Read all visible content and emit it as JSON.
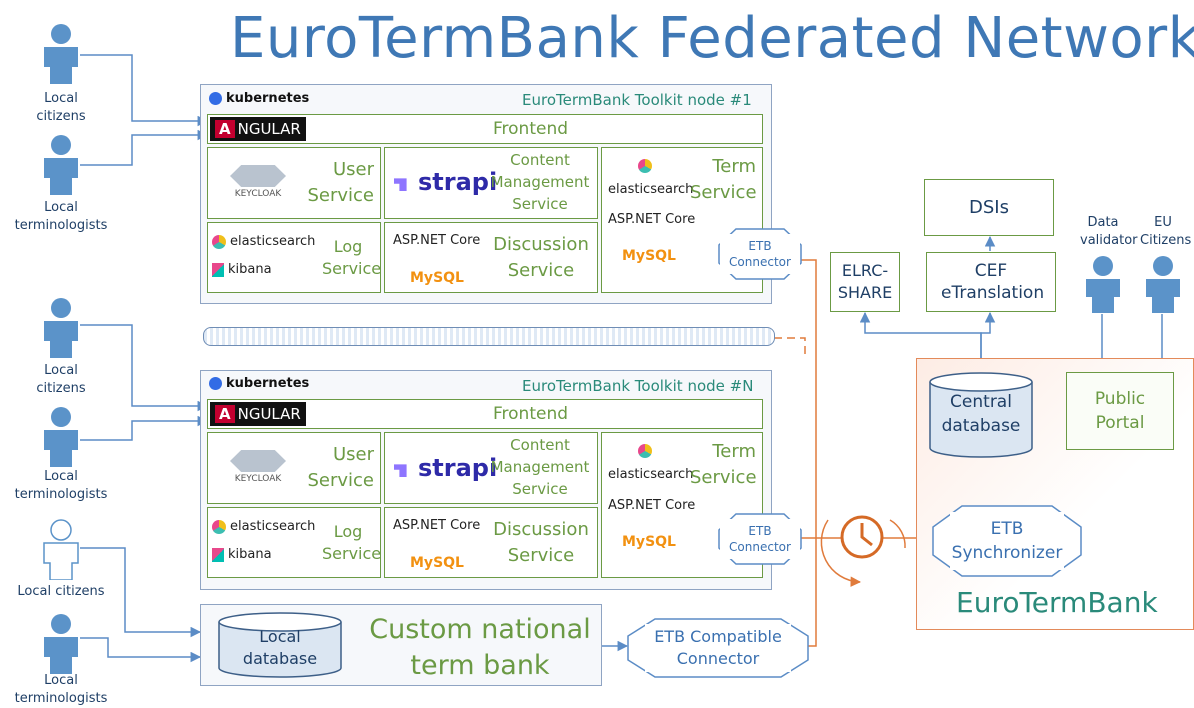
{
  "title": "EuroTermBank Federated Network",
  "persons": {
    "p1": "Local citizens",
    "p2": "Local terminologists",
    "p3": "Local citizens",
    "p4": "Local terminologists",
    "p5": "Local citizens",
    "p6": "Local terminologists",
    "validator": "Data validator",
    "eu": "EU Citizens"
  },
  "node1": {
    "k8s": "kubernetes",
    "title": "EuroTermBank Toolkit node #1",
    "angular_a": "A",
    "angular_rest": "NGULAR",
    "frontend": "Frontend",
    "keycloak": "KEYCLOAK",
    "user_service": "User Service",
    "strapi": "strapi",
    "content_service": "Content Management Service",
    "elastic": "elasticsearch",
    "term_service": "Term Service",
    "aspnet": "ASP.NET Core",
    "mysql_a": "My",
    "mysql_b": "SQL",
    "kibana": "kibana",
    "log_service": "Log Service",
    "discussion_service": "Discussion Service",
    "connector": "ETB Connector"
  },
  "nodeN": {
    "k8s": "kubernetes",
    "title": "EuroTermBank Toolkit node #N",
    "angular_a": "A",
    "angular_rest": "NGULAR",
    "frontend": "Frontend",
    "keycloak": "KEYCLOAK",
    "user_service": "User Service",
    "strapi": "strapi",
    "content_service": "Content Management Service",
    "elastic": "elasticsearch",
    "term_service": "Term Service",
    "aspnet": "ASP.NET Core",
    "mysql_a": "My",
    "mysql_b": "SQL",
    "kibana": "kibana",
    "log_service": "Log Service",
    "discussion_service": "Discussion Service",
    "connector": "ETB Connector"
  },
  "custom": {
    "local_db": "Local database",
    "title": "Custom national term bank",
    "connector": "ETB Compatible Connector"
  },
  "right": {
    "dsis": "DSIs",
    "elrc": "ELRC-SHARE",
    "cef": "CEF eTranslation",
    "central_db": "Central database",
    "portal": "Public Portal",
    "synchronizer": "ETB Synchronizer",
    "etb": "EuroTermBank"
  },
  "colors": {
    "title": "#3f78b5",
    "green": "#6b9a44",
    "blue_line": "#5b8cc6",
    "orange_line": "#e07b3c"
  }
}
